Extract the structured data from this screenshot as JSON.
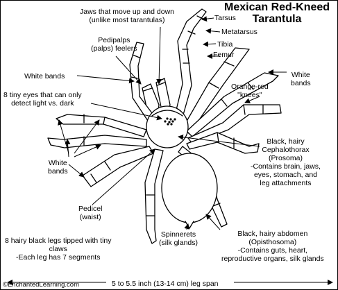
{
  "title": {
    "line1": "Mexican Red-Kneed",
    "line2": "Tarantula"
  },
  "labels": {
    "jaws": [
      "Jaws that move up and down",
      "(unlike most tarantulas)"
    ],
    "tarsus": "Tarsus",
    "metatarsus": "Metatarsus",
    "tibia": "Tibia",
    "femur": "Femur",
    "pedipalps": [
      "Pedipalps",
      "(palps) feelers"
    ],
    "white_bands_top": "White bands",
    "white_bands_right": [
      "White",
      "bands"
    ],
    "eyes": [
      "8 tiny eyes that can only",
      "detect light vs. dark"
    ],
    "knees": [
      "Orange-red",
      "\"knees\""
    ],
    "cephalothorax": [
      "Black, hairy",
      "Cephalothorax",
      "(Prosoma)",
      "-Contains brain, jaws,",
      "eyes, stomach, and",
      "leg attachments"
    ],
    "white_bands_left": [
      "White",
      "bands"
    ],
    "pedicel": [
      "Pedicel",
      "(waist)"
    ],
    "legs": [
      "8 hairy black legs tipped with tiny",
      "claws",
      "-Each leg has 7 segments"
    ],
    "spinnerets": [
      "Spinnerets",
      "(silk glands)"
    ],
    "abdomen": [
      "Black, hairy abdomen",
      "(Opisthosoma)",
      "-Contains guts, heart,",
      "reproductive organs, silk glands"
    ],
    "credit": "©EnchantedLearning.com",
    "leg_span": "5 to 5.5 inch (13-14 cm) leg span"
  }
}
